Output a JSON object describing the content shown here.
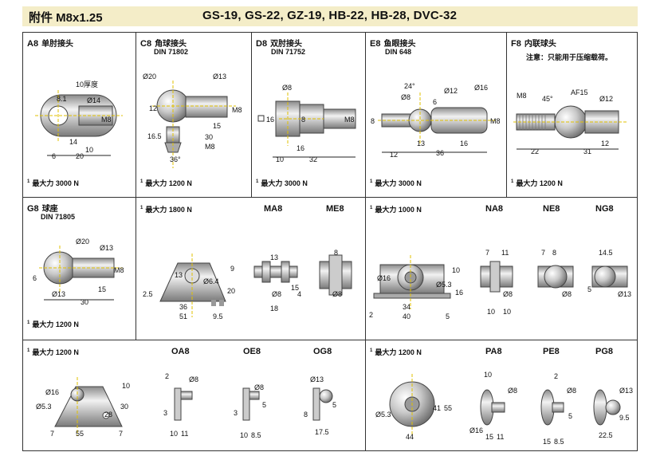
{
  "header": {
    "title": "附件 M8x1.25",
    "models": "GS-19, GS-22, GZ-19, HB-22, HB-28, DVC-32"
  },
  "cells": {
    "a8": {
      "code": "A8",
      "name": "单肘接头",
      "force": "最大力 3000 N",
      "dims": [
        "10厚度",
        "8.1",
        "Ø14",
        "M8",
        "14",
        "10",
        "6",
        "20"
      ]
    },
    "c8": {
      "code": "C8",
      "name": "角球接头",
      "std": "DIN 71802",
      "force": "最大力 1200 N",
      "dims": [
        "Ø20",
        "Ø13",
        "12",
        "M8",
        "15",
        "16.5",
        "30",
        "36°",
        "M8"
      ]
    },
    "d8": {
      "code": "D8",
      "name": "双肘接头",
      "std": "DIN 71752",
      "force": "最大力 3000 N",
      "dims": [
        "Ø8",
        "16",
        "8",
        "M8",
        "16",
        "10",
        "32"
      ]
    },
    "e8": {
      "code": "E8",
      "name": "鱼眼接头",
      "std": "DIN 648",
      "force": "最大力 3000 N",
      "dims": [
        "24°",
        "Ø8",
        "Ø12",
        "Ø16",
        "6",
        "8",
        "M8",
        "13",
        "12",
        "36",
        "16"
      ]
    },
    "f8": {
      "code": "F8",
      "name": "内联球头",
      "note": "注意：只能用于压缩载荷。",
      "force": "最大力 1200 N",
      "dims": [
        "M8",
        "45°",
        "AF15",
        "Ø12",
        "12",
        "22",
        "31"
      ]
    },
    "g8": {
      "code": "G8",
      "name": "球座",
      "std": "DIN 71805",
      "force": "最大力 1200 N",
      "dims": [
        "Ø20",
        "Ø13",
        "6",
        "M8",
        "15",
        "Ø13",
        "30"
      ]
    },
    "ma_group": {
      "force": "最大力 1800 N",
      "title_ma8": "MA8",
      "title_me8": "ME8",
      "dims": [
        "9",
        "13",
        "Ø6.4",
        "2.5",
        "20",
        "36",
        "51",
        "9.5",
        "13",
        "15",
        "Ø8",
        "4",
        "18",
        "8",
        "Ø8"
      ]
    },
    "na_group": {
      "force": "最大力 1000 N",
      "title_na8": "NA8",
      "title_ne8": "NE8",
      "title_ng8": "NG8",
      "dims": [
        "10",
        "Ø16",
        "Ø5.3",
        "16",
        "2",
        "34",
        "40",
        "5",
        "7",
        "11",
        "Ø8",
        "10",
        "10",
        "7",
        "8",
        "Ø8",
        "14.5",
        "5",
        "Ø13"
      ]
    },
    "oa_group": {
      "force": "最大力 1200 N",
      "title_oa8": "OA8",
      "title_oe8": "OE8",
      "title_og8": "OG8",
      "dims": [
        "10",
        "Ø16",
        "Ø5.3",
        "28",
        "30",
        "55",
        "7",
        "7",
        "2",
        "Ø8",
        "3",
        "10",
        "11",
        "Ø8",
        "3",
        "5",
        "10",
        "8.5",
        "Ø13",
        "8",
        "5",
        "17.5"
      ]
    },
    "pa_group": {
      "force": "最大力 1200 N",
      "title_pa8": "PA8",
      "title_pe8": "PE8",
      "title_pg8": "PG8",
      "dims": [
        "Ø5.3",
        "41",
        "55",
        "44",
        "10",
        "Ø8",
        "Ø16",
        "15",
        "11",
        "2",
        "Ø8",
        "5",
        "15",
        "8.5",
        "Ø13",
        "9.5",
        "22.5"
      ]
    }
  },
  "colors": {
    "header_bg": "#f4edc8",
    "metal": "#b8b8b8",
    "center_line": "#e0c000",
    "line": "#222222"
  }
}
